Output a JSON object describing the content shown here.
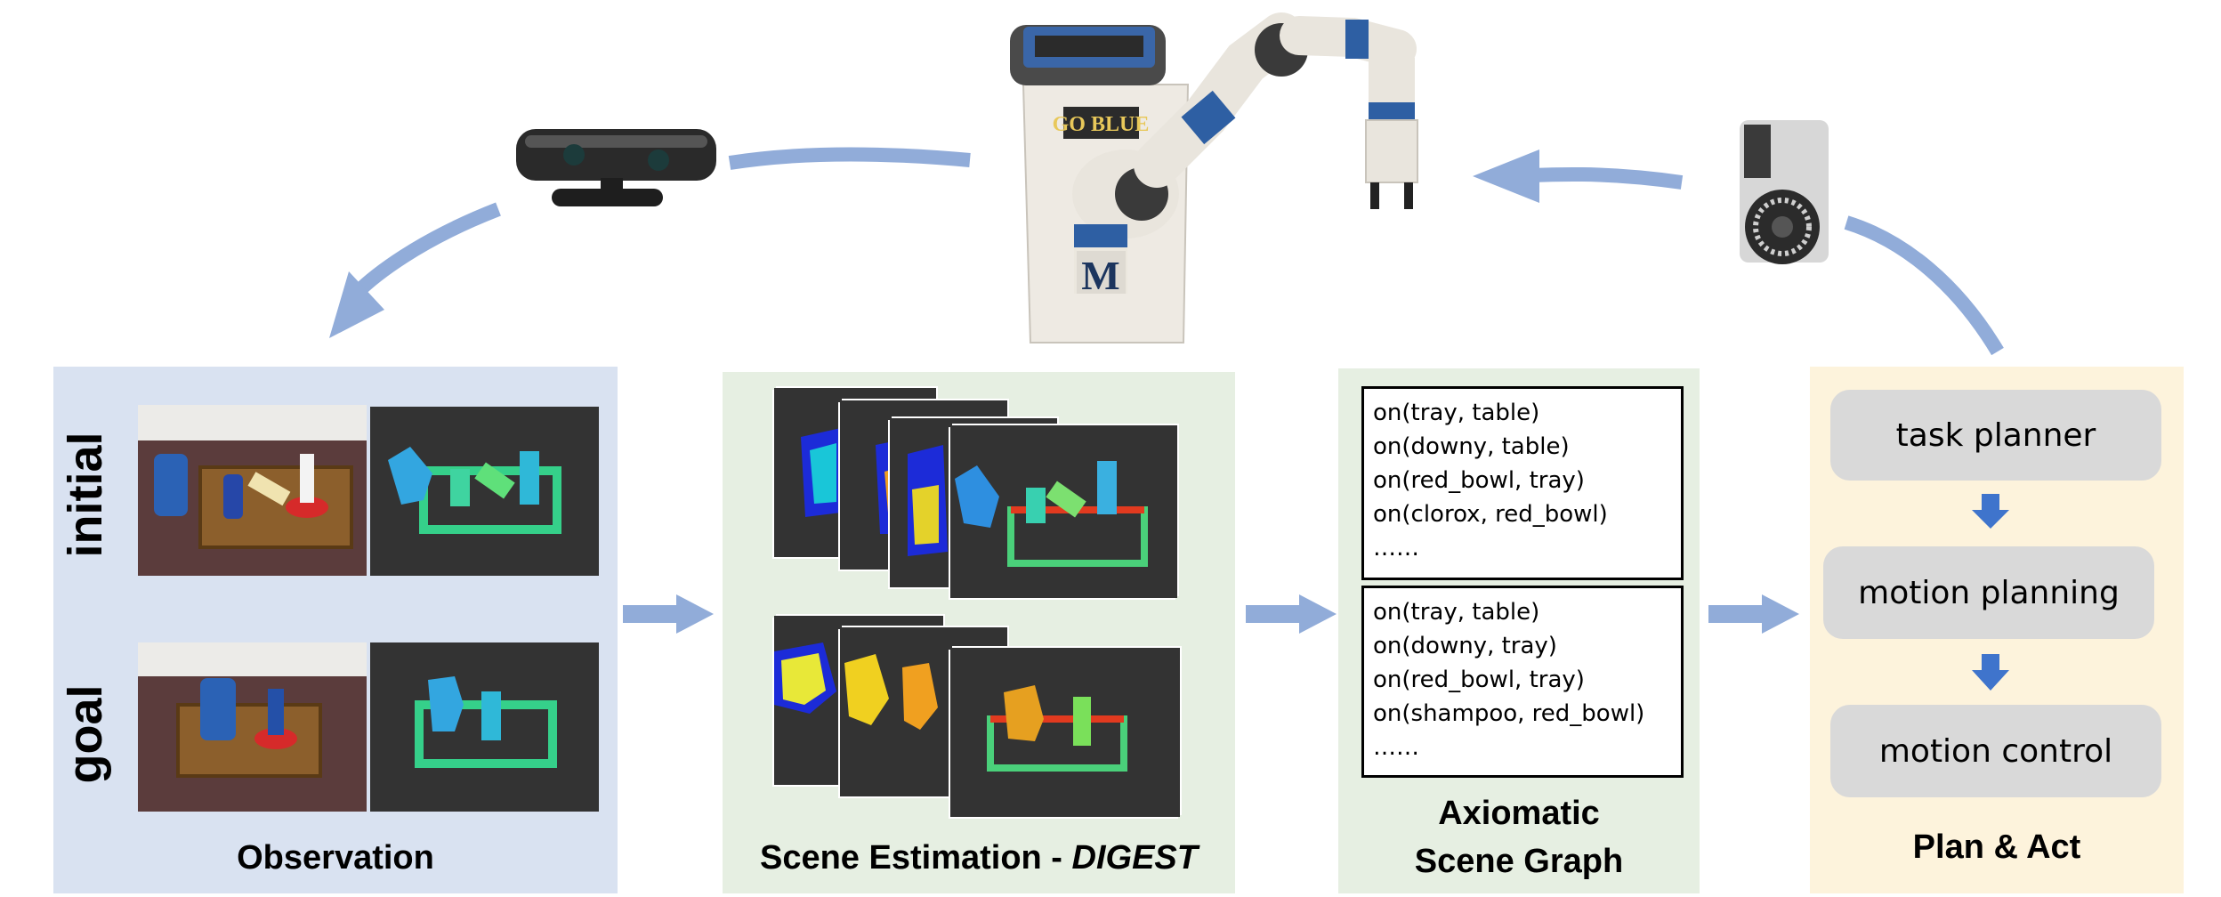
{
  "colors": {
    "observation_bg": "#d9e2f1",
    "scene_bg": "#e6efe2",
    "graph_bg": "#e6efe2",
    "plan_bg": "#fdf3dc",
    "arrow": "#91acd9",
    "down_arrow": "#3f74cc",
    "plan_box": "#d9d9d9"
  },
  "observation": {
    "title": "Observation",
    "row_labels": [
      "initial",
      "goal"
    ]
  },
  "scene_estimation": {
    "title_main": "Scene Estimation - ",
    "title_italic": "DIGEST"
  },
  "scene_graph": {
    "title_line1": "Axiomatic",
    "title_line2": "Scene Graph",
    "initial_relations": [
      "on(tray, table)",
      "on(downy, table)",
      "on(red_bowl, tray)",
      "on(clorox, red_bowl)",
      "……"
    ],
    "goal_relations": [
      "on(tray, table)",
      "on(downy, tray)",
      "on(red_bowl, tray)",
      "on(shampoo, red_bowl)",
      "……"
    ]
  },
  "plan_act": {
    "title": "Plan & Act",
    "steps": [
      "task planner",
      "motion planning",
      "motion control"
    ]
  },
  "robot": {
    "badge_text": "GO BLUE",
    "logo_text": "M"
  },
  "icons": [
    "depth-camera-icon",
    "robot-icon",
    "gripper-icon",
    "arrow-icon"
  ]
}
